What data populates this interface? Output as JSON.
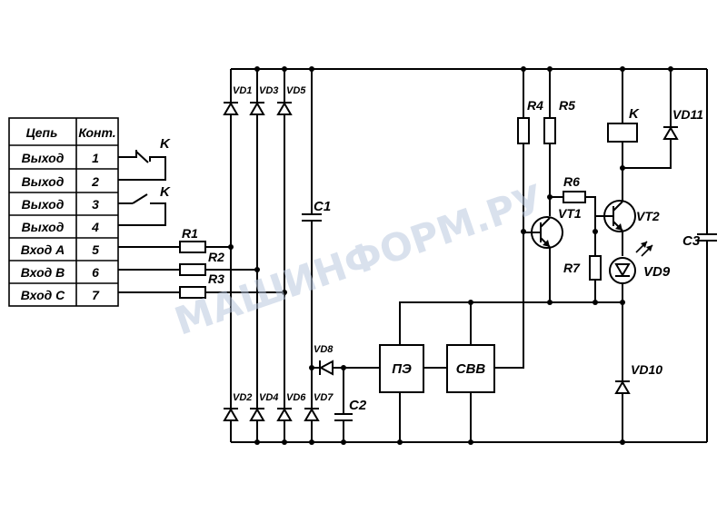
{
  "watermark": {
    "text": "МАШИНФОРМ.РУ"
  },
  "table": {
    "col_headers": [
      "Цепь",
      "Конт."
    ],
    "rows": [
      {
        "circuit": "Выход",
        "pin": "1"
      },
      {
        "circuit": "Выход",
        "pin": "2"
      },
      {
        "circuit": "Выход",
        "pin": "3"
      },
      {
        "circuit": "Выход",
        "pin": "4"
      },
      {
        "circuit": "Вход А",
        "pin": "5"
      },
      {
        "circuit": "Вход В",
        "pin": "6"
      },
      {
        "circuit": "Вход С",
        "pin": "7"
      }
    ]
  },
  "labels": {
    "k1": "K",
    "k2": "K",
    "k_relay": "K",
    "r1": "R1",
    "r2": "R2",
    "r3": "R3",
    "r4": "R4",
    "r5": "R5",
    "r6": "R6",
    "r7": "R7",
    "vd1": "VD1",
    "vd2": "VD2",
    "vd3": "VD3",
    "vd4": "VD4",
    "vd5": "VD5",
    "vd6": "VD6",
    "vd7": "VD7",
    "vd8": "VD8",
    "vd9": "VD9",
    "vd10": "VD10",
    "vd11": "VD11",
    "c1": "C1",
    "c2": "C2",
    "c3": "C3",
    "vt1": "VT1",
    "vt2": "VT2",
    "pe": "ПЭ",
    "svv": "СВВ"
  }
}
